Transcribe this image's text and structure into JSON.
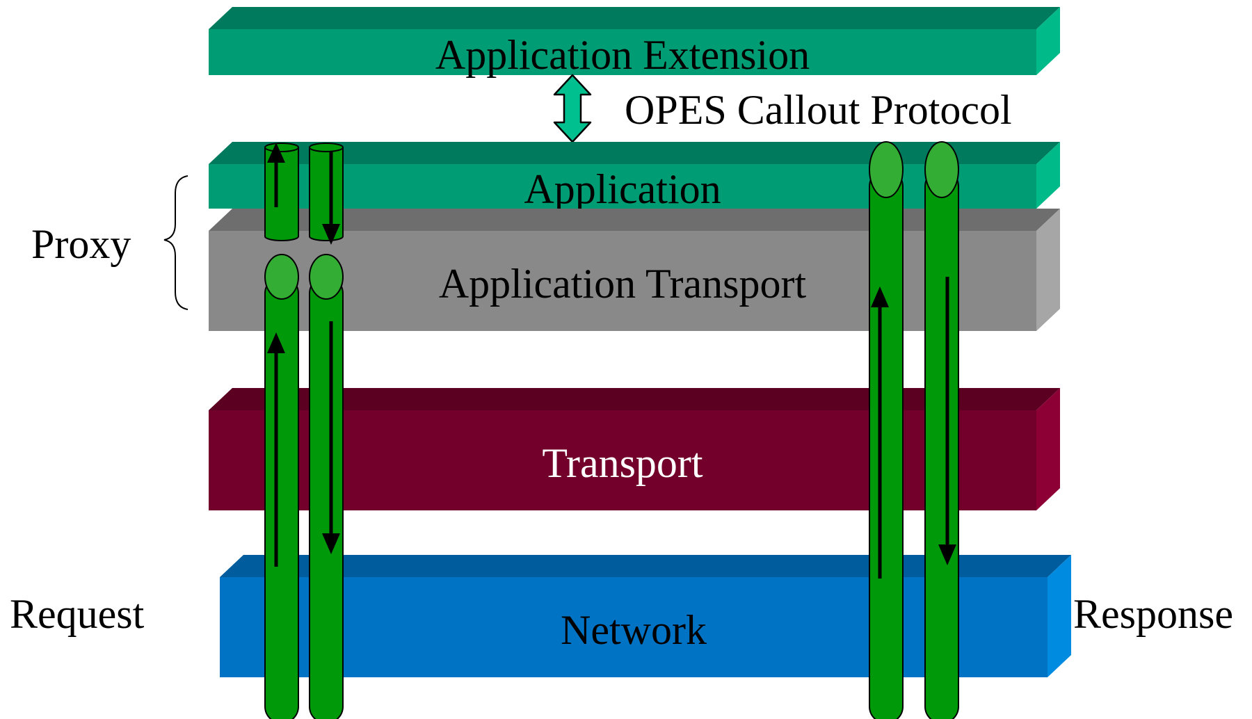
{
  "layers": {
    "application_extension": {
      "label": "Application Extension",
      "color": "#009C73"
    },
    "application": {
      "label": "Application",
      "color": "#009C73"
    },
    "application_transport": {
      "label": "Application Transport",
      "color": "#898989"
    },
    "transport": {
      "label": "Transport",
      "color": "#73002B"
    },
    "network": {
      "label": "Network",
      "color": "#0073C4"
    }
  },
  "callout_protocol": {
    "label": "OPES Callout Protocol",
    "arrow_color": "#00C08F"
  },
  "side_labels": {
    "proxy": "Proxy",
    "request": "Request",
    "response": "Response"
  },
  "pipes": {
    "color": "#00990A",
    "top_color": "#33AD33"
  }
}
